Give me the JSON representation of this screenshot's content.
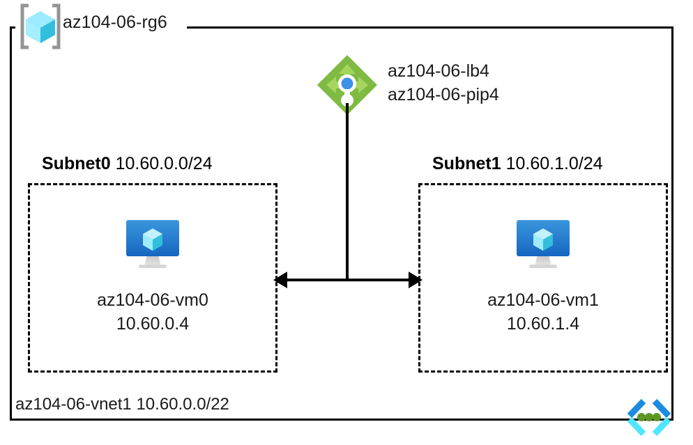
{
  "diagram": {
    "resource_group": {
      "label": "az104-06-rg6",
      "icon": "resource-group-cube-icon"
    },
    "load_balancer": {
      "lb_label": "az104-06-lb4",
      "pip_label": "az104-06-pip4",
      "icon": "load-balancer-icon"
    },
    "subnets": [
      {
        "name": "Subnet0",
        "cidr": "10.60.0.0/24",
        "vm": {
          "name": "az104-06-vm0",
          "ip": "10.60.0.4",
          "icon": "virtual-machine-icon"
        }
      },
      {
        "name": "Subnet1",
        "cidr": "10.60.1.0/24",
        "vm": {
          "name": "az104-06-vm1",
          "ip": "10.60.1.4",
          "icon": "virtual-machine-icon"
        }
      }
    ],
    "vnet": {
      "label": "az104-06-vnet1 10.60.0.0/22",
      "icon": "virtual-network-icon"
    },
    "colors": {
      "line": "#000000",
      "text": "#1a1a1a",
      "lb_green_light": "#7FBA42",
      "lb_green_dark": "#5E9624",
      "lb_blue": "#3E91E5",
      "cube_cyan_light": "#A5EEFD",
      "cube_cyan_mid": "#50E6FF",
      "cube_cyan_dark": "#32BEDD",
      "vm_blue_top": "#3A96DD",
      "vm_blue_bottom": "#1666C0",
      "vm_stand_gray": "#C8C6C4",
      "bracket_gray": "#949494",
      "vnet_blue": "#0078D4",
      "vnet_cyan": "#50E6FF",
      "vnet_green": "#5E9624"
    }
  }
}
